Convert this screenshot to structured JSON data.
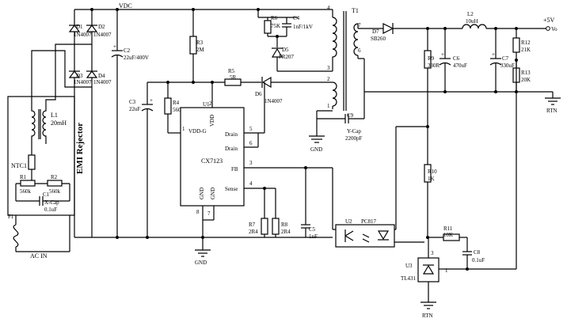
{
  "net_labels": {
    "vdc": "VDC",
    "plus5v": "+5V",
    "vo": "Vo",
    "gnd_main": "GND",
    "gnd_y": "GND",
    "rtn_top": "RTN",
    "rtn_bottom": "RTN",
    "ac_in": "AC   IN"
  },
  "emi": {
    "title": "EMI Rejector",
    "l1_ref": "L1",
    "l1_val": "20mH",
    "ntc_ref": "NTC1",
    "r1_ref": "R1",
    "r1_val": "560k",
    "r2_ref": "R2",
    "r2_val": "560k",
    "c1_ref": "C1",
    "c1_type": "X-Cap",
    "c1_val": "0.1uF",
    "f1_ref": "F1"
  },
  "bridge": {
    "d1_ref": "D1",
    "d1_val": "1N4007",
    "d2_ref": "D2",
    "d2_val": "1N4007",
    "d3_ref": "D3",
    "d3_val": "1N4007",
    "d4_ref": "D4",
    "d4_val": "1N4007"
  },
  "primary": {
    "c2_ref": "C2",
    "c2_val": "22uF/400V",
    "r3_ref": "R3",
    "r3_val": "2M",
    "r6_ref": "R6",
    "r6_val": "75K",
    "c4_ref": "C4",
    "c4_val": "1nF/1kV",
    "d5_ref": "D5",
    "d5_val": "FR207",
    "r5_ref": "R5",
    "r5_val": "5R",
    "d6_ref": "D6",
    "d6_val": "1N4007",
    "c3_ref": "C3",
    "c3_val": "22uF",
    "r4_ref": "R4",
    "r4_val": "560R",
    "r7_ref": "R7",
    "r7_val": "2R4",
    "r8_ref": "R8",
    "r8_val": "2R4",
    "c5_ref": "C5",
    "c5_val": "1nF"
  },
  "ic": {
    "ref": "U1",
    "name": "CX7123",
    "pin_vddg": "VDD-G",
    "pin_vdd": "VDD",
    "pin_drain1": "Drain",
    "pin_drain2": "Drain",
    "pin_fb": "FB",
    "pin_sense": "Sense",
    "pin_gnd1": "GND",
    "pin_gnd2": "GND",
    "n1": "1",
    "n2": "2",
    "n3": "3",
    "n4": "4",
    "n5": "5",
    "n6": "6",
    "n7": "7",
    "n8": "8"
  },
  "transformer": {
    "ref": "T1",
    "p4": "4",
    "p3": "3",
    "p2": "2",
    "p1": "1",
    "p7": "7",
    "p6": "6"
  },
  "secondary": {
    "d7_ref": "D7",
    "d7_val": "SB260",
    "c9_ref": "C9",
    "c9_type": "Y-Cap",
    "c9_val": "2200pF",
    "l2_ref": "L2",
    "l2_val": "10uH",
    "r9_ref": "R9",
    "r9_val": "330R",
    "c6_ref": "C6",
    "c6_val": "470uF",
    "c7_ref": "C7",
    "c7_val": "330uF",
    "r12_ref": "R12",
    "r12_val": "21K",
    "r13_ref": "R13",
    "r13_val": "20K",
    "r10_ref": "R10",
    "r10_val": "1K",
    "r11_ref": "R11",
    "r11_val": "10K",
    "c8_ref": "C8",
    "c8_val": "0.1uF",
    "u2_ref": "U2",
    "u2_name": "PC817",
    "u3_ref": "U3",
    "u3_name": "TL431",
    "u3_pin3": "3",
    "u3_pin1": "1"
  }
}
